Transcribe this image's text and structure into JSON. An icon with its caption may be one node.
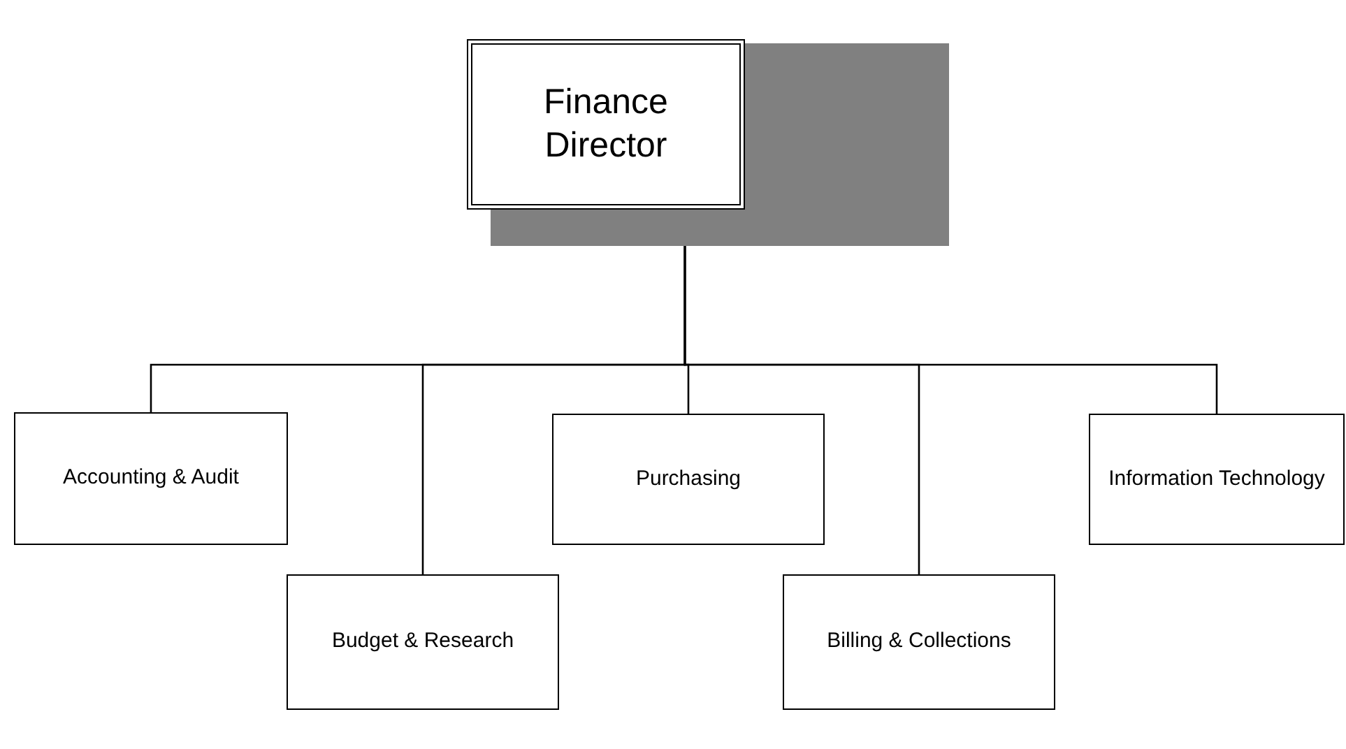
{
  "diagram": {
    "nodes": [
      {
        "text": [
          "Finance Director"
        ]
      },
      {
        "text": [
          "Accounting & Audit"
        ]
      },
      {
        "text": [
          "Budget & Research"
        ]
      },
      {
        "text": [
          "Purchasing"
        ]
      },
      {
        "text": [
          "Billing & Collections"
        ]
      },
      {
        "text": [
          "Information Technology"
        ]
      }
    ],
    "edges": [
      {
        "from": 0,
        "to": 1,
        "arrow": "none"
      },
      {
        "from": 0,
        "to": 2,
        "arrow": "none"
      },
      {
        "from": 0,
        "to": 3,
        "arrow": "none"
      },
      {
        "from": 0,
        "to": 4,
        "arrow": "none"
      },
      {
        "from": 0,
        "to": 5,
        "arrow": "none"
      }
    ]
  }
}
